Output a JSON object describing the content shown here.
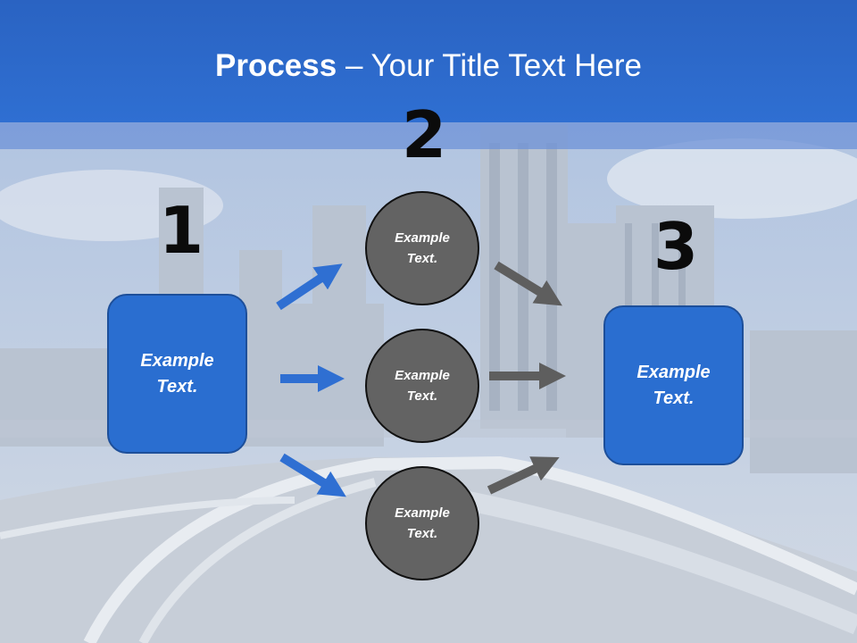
{
  "slide": {
    "title_bold": "Process",
    "title_rest": " – Your Title Text Here"
  },
  "steps": {
    "numbers": [
      "1",
      "2",
      "3"
    ],
    "left_box": "Example Text.",
    "right_box": "Example Text.",
    "circles": [
      "Example Text.",
      "Example Text.",
      "Example Text."
    ]
  },
  "colors": {
    "header": "#2f6fd2",
    "box": "#2a6ed0",
    "circle": "#636363",
    "arrow_blue": "#2f6fd2",
    "arrow_gray": "#5e5e5e"
  }
}
